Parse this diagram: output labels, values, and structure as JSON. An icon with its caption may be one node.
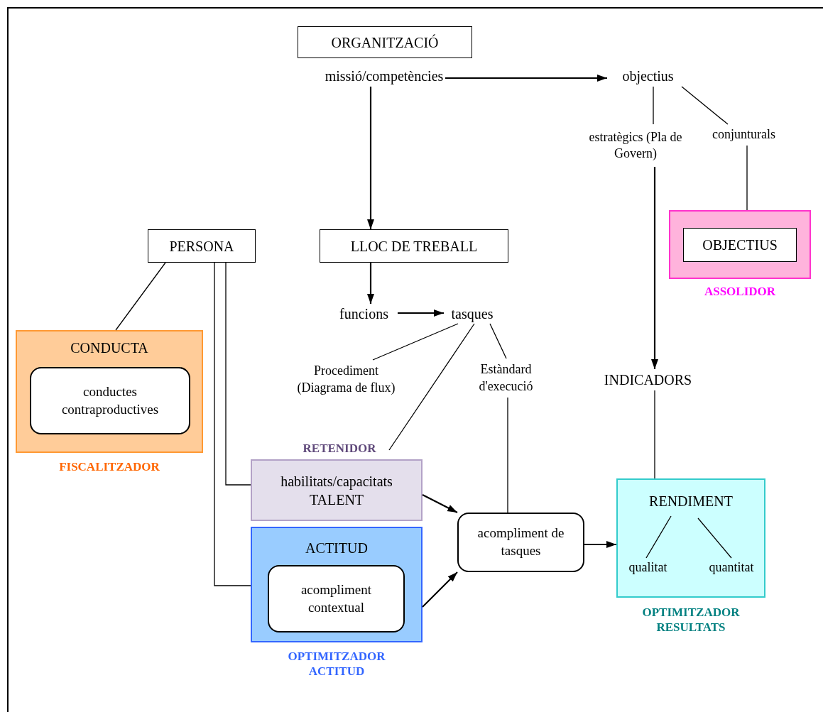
{
  "diagram": {
    "nodes": [
      {
        "text": [
          "ORGANITZACIÓ"
        ]
      },
      {
        "text": [
          "missió/competències"
        ]
      },
      {
        "text": [
          "objectius"
        ]
      },
      {
        "text": [
          "estratègics (Pla de Govern)"
        ]
      },
      {
        "text": [
          "conjunturals"
        ]
      },
      {
        "text": [
          "ASSOLIDOR"
        ]
      },
      {
        "text": [
          "OBJECTIUS"
        ],
        "in": 5
      },
      {
        "text": [
          "PERSONA"
        ]
      },
      {
        "text": [
          "LLOC DE TREBALL"
        ]
      },
      {
        "text": [
          "funcions"
        ]
      },
      {
        "text": [
          "tasques"
        ]
      },
      {
        "text": [
          "Procediment (Diagrama de flux)"
        ]
      },
      {
        "text": [
          "Estàndard d'execució"
        ]
      },
      {
        "text": [
          "INDICADORS"
        ]
      },
      {
        "text": [
          "CONDUCTA",
          "FISCALITZADOR"
        ]
      },
      {
        "text": [
          "conductes contraproductives"
        ],
        "in": 14
      },
      {
        "text": [
          "RETENIDOR",
          "habilitats/capacitats TALENT"
        ]
      },
      {
        "text": [
          "ACTITUD",
          "OPTIMITZADOR ACTITUD"
        ]
      },
      {
        "text": [
          "acompliment contextual"
        ],
        "in": 17
      },
      {
        "text": [
          "acompliment de tasques"
        ]
      },
      {
        "text": [
          "RENDIMENT",
          "OPTIMITZADOR RESULTATS"
        ]
      },
      {
        "text": [
          "qualitat"
        ],
        "in": 20
      },
      {
        "text": [
          "quantitat"
        ],
        "in": 20
      }
    ],
    "edges": [
      {
        "from": 1,
        "to": 2,
        "arrow": "to"
      },
      {
        "from": 1,
        "to": 8,
        "arrow": "to"
      },
      {
        "from": 2,
        "to": 3,
        "arrow": "none"
      },
      {
        "from": 2,
        "to": 4,
        "arrow": "none"
      },
      {
        "from": 4,
        "to": 5,
        "arrow": "none"
      },
      {
        "from": 3,
        "to": 13,
        "arrow": "to"
      },
      {
        "from": 8,
        "to": 9,
        "arrow": "to"
      },
      {
        "from": 9,
        "to": 10,
        "arrow": "to"
      },
      {
        "from": 10,
        "to": 11,
        "arrow": "none"
      },
      {
        "from": 10,
        "to": 16,
        "arrow": "none"
      },
      {
        "from": 10,
        "to": 12,
        "arrow": "none"
      },
      {
        "from": 7,
        "to": 14,
        "arrow": "none"
      },
      {
        "from": 7,
        "to": 16,
        "arrow": "none"
      },
      {
        "from": 7,
        "to": 17,
        "arrow": "none"
      },
      {
        "from": 16,
        "to": 19,
        "arrow": "to"
      },
      {
        "from": 17,
        "to": 19,
        "arrow": "to"
      },
      {
        "from": 12,
        "to": 19,
        "arrow": "none"
      },
      {
        "from": 19,
        "to": 20,
        "arrow": "to"
      },
      {
        "from": 13,
        "to": 20,
        "arrow": "none"
      },
      {
        "from": 20,
        "to": 21,
        "arrow": "none"
      },
      {
        "from": 20,
        "to": 22,
        "arrow": "none"
      }
    ]
  }
}
